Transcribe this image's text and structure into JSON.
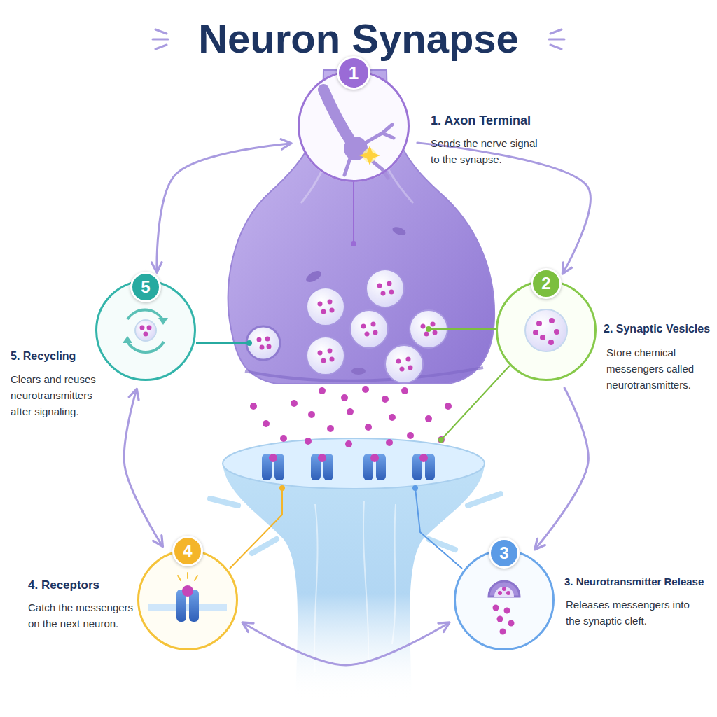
{
  "diagram": {
    "title": "Neuron Synapse",
    "nodes": [
      {
        "text": [
          "1",
          "1. Axon Terminal",
          "Sends the nerve signal to the synapse."
        ]
      },
      {
        "text": [
          "2",
          "2. Synaptic Vesicles",
          "Store chemical messengers called neurotransmitters."
        ]
      },
      {
        "text": [
          "3",
          "3. Neurotransmitter Release",
          "Releases messengers into the synaptic cleft."
        ]
      },
      {
        "text": [
          "4",
          "4. Receptors",
          "Catch the messengers on the next neuron."
        ]
      },
      {
        "text": [
          "5",
          "5. Recycling",
          "Clears and reuses neurotransmitters after signaling."
        ]
      }
    ],
    "edges": [
      {
        "from": 0,
        "to": 1,
        "arrow": "to"
      },
      {
        "from": 1,
        "to": 2,
        "arrow": "to"
      },
      {
        "from": 2,
        "to": 3,
        "arrow": "both"
      },
      {
        "from": 3,
        "to": 4,
        "arrow": "both"
      },
      {
        "from": 4,
        "to": 0,
        "arrow": "both"
      }
    ]
  }
}
